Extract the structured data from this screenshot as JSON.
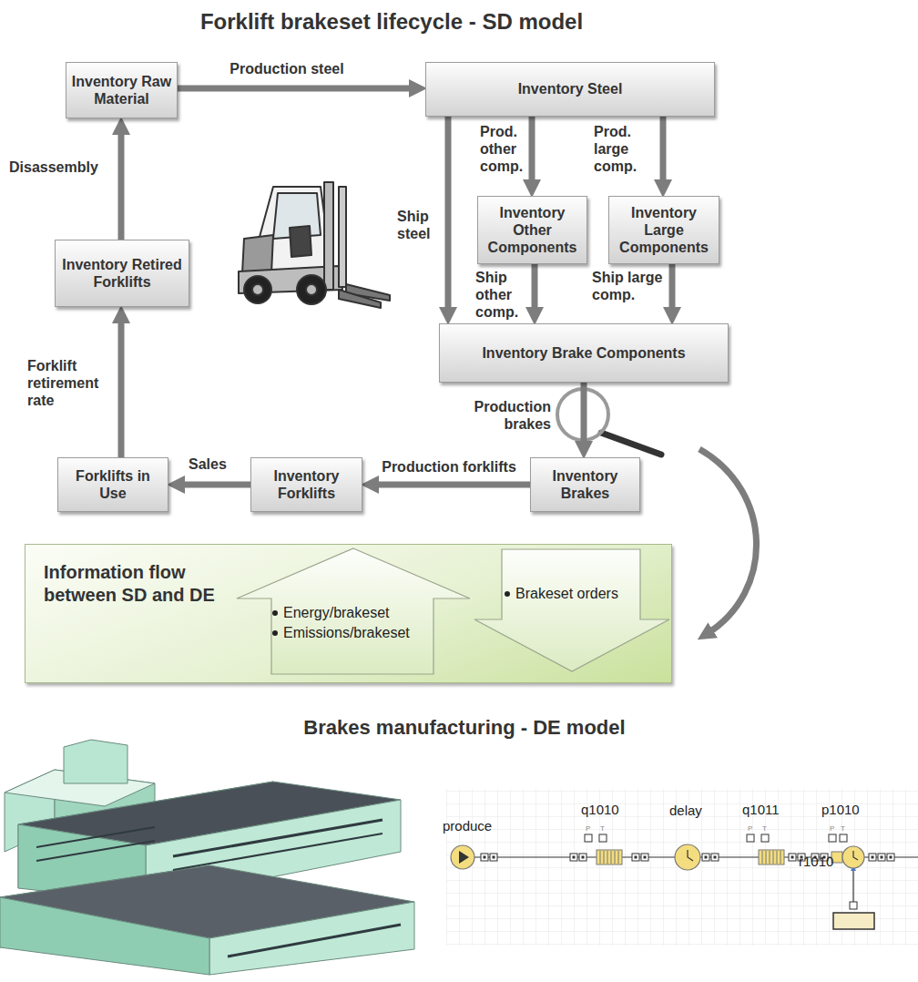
{
  "diagram": {
    "title": "Forklift brakeset lifecycle - SD model",
    "nodes": [
      {
        "text": [
          "Inventory Raw Material"
        ]
      },
      {
        "text": [
          "Inventory Steel"
        ]
      },
      {
        "text": [
          "Inventory Other Components"
        ]
      },
      {
        "text": [
          "Inventory Large Components"
        ]
      },
      {
        "text": [
          "Inventory Retired Forklifts"
        ]
      },
      {
        "text": [
          "Inventory Brake Components"
        ]
      },
      {
        "text": [
          "Forklifts in Use"
        ]
      },
      {
        "text": [
          "Inventory Forklifts"
        ]
      },
      {
        "text": [
          "Inventory Brakes"
        ]
      },
      {
        "text": [
          "Information flow between SD and DE"
        ]
      },
      {
        "text": [
          "Energy/brakeset",
          "Emissions/brakeset"
        ],
        "in": 9
      },
      {
        "text": [
          "Brakeset orders"
        ],
        "in": 9
      }
    ],
    "edges": [
      {
        "from": 0,
        "to": 1,
        "arrow": "to",
        "label": "Production steel"
      },
      {
        "from": 1,
        "to": 5,
        "arrow": "to",
        "label": "Ship steel"
      },
      {
        "from": 1,
        "to": 2,
        "arrow": "to",
        "label": "Prod. other comp."
      },
      {
        "from": 1,
        "to": 3,
        "arrow": "to",
        "label": "Prod. large comp."
      },
      {
        "from": 2,
        "to": 5,
        "arrow": "to",
        "label": "Ship other comp."
      },
      {
        "from": 3,
        "to": 5,
        "arrow": "to",
        "label": "Ship large comp."
      },
      {
        "from": 5,
        "to": 8,
        "arrow": "to",
        "label": "Production brakes"
      },
      {
        "from": 8,
        "to": 7,
        "arrow": "to",
        "label": "Production forklifts"
      },
      {
        "from": 7,
        "to": 6,
        "arrow": "to",
        "label": "Sales"
      },
      {
        "from": 6,
        "to": 4,
        "arrow": "to",
        "label": "Forklift retirement rate"
      },
      {
        "from": 4,
        "to": 0,
        "arrow": "to",
        "label": "Disassembly"
      }
    ],
    "labels": [
      "Brakes manufacturing - DE model",
      "produce",
      "q1010",
      "delay",
      "q1011",
      "p1010",
      "r1010",
      "P",
      "T",
      "P",
      "T",
      "P",
      "T"
    ]
  }
}
